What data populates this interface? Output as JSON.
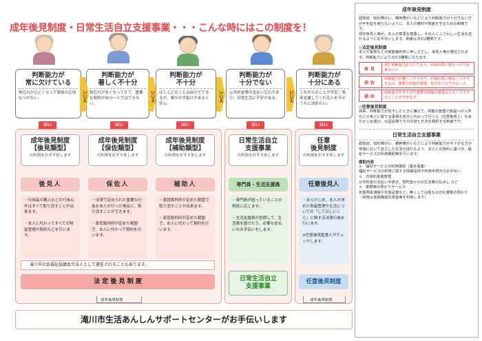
{
  "title": "成年後見制度・日常生活自立支援事業・・・こんな時にはこの制度を！",
  "judgements": [
    {
      "head": "判断能力が\n常に欠けている",
      "desc": "物忘れがひどくなって家族の区別もつかない。"
    },
    {
      "head": "判断能力が\n著しく不十分",
      "desc": "物忘れが多くなってきて、重要な契約が自分一人ではできない。"
    },
    {
      "head": "判断能力が\n不十分",
      "desc": "ほとんどのことは自分でできるが、誰かの手助けがあると安心。"
    },
    {
      "head": "判断能力が\n十分でない",
      "desc": "公共料金等の支払い忘れがあり、日常生活に不安がある。"
    },
    {
      "head": "判断能力が\n十分にある",
      "desc": "これからのことが不安。将来支援してくれる人を今のうちに決めたい。"
    }
  ],
  "iie": "いいえ",
  "hai": "はい",
  "types": [
    {
      "title": "成年後見制度\n【後見類型】",
      "note": "の利用をおすすめします"
    },
    {
      "title": "成年後見制度\n【保佐類型】",
      "note": "の利用をおすすめします"
    },
    {
      "title": "成年後見制度\n【補助類型】",
      "note": "の利用をおすすめします"
    },
    {
      "title": "日常生活自立\n支援事業",
      "note": "の利用をおすすめします"
    },
    {
      "title": "任意\n後見制度",
      "note": "の利用をおすすめします"
    }
  ],
  "roles": [
    "後見人",
    "保佐人",
    "補助人",
    "専門員・生活支援員",
    "任意後見人"
  ],
  "duties": [
    "・日用品の購入などの行為以外はすべて取り消すことが出来ます。\n\n・本人に代わってすべての財産管理や契約などを行います。",
    "・法律で定められた重要な行為を本人が行った場合に、取り消すことができます。\n\n・家庭裁判所が定めた範囲で、本人に代わって契約を行います。",
    "・家庭裁判所が定めた範囲で取り消すことが出来ます。\n\n・家庭裁判所が定めた範囲で、本人に代わって契約を行います。",
    "・専門員が困っていることの相談に応じます。\n\n・生活支援員が訪問して、生活費を届けたり、必要な支払いのお手伝いをします。",
    "・あらかじめ、本人が決めた財産管理や生活についての「してほしいこと」に関する法律行為を行います。\n\n※任意後見監督人がチェックします。"
  ],
  "council_note": "滝川市社会福祉協議会が法人として選任されることもあります。",
  "systems": {
    "seinen": "法 定 後 見 制 度",
    "nichijo": "日常生活自立\n支援事業",
    "nini": "任意後見制度"
  },
  "bracket_labels": [
    "成年後見制度",
    "成年後見制度"
  ],
  "footer": "滝川市生活あんしんサポートセンターがお手伝いします",
  "right": {
    "head1": "成年後見制度",
    "intro": "認知症、知的障がい、精神障がいなどにより判断能力が十分でない方が不利益を被らないように、本人の権利や財産を守るための制度です。\n成年後見人等が、本人の意思を尊重し、その人にふさわしい生活を送れるようにお手伝いします。制度は次の2種類です。",
    "sub1": "◇法定後見制度",
    "sub1_text": "本人や家族などが家庭裁判所に申し立てし、後見人等が選任されます。判断能力により次の3種類になります。",
    "tags": [
      {
        "tag": "後見",
        "desc": "常に判断能力を欠いており、日常の買い物も一人で出来ない人"
      },
      {
        "tag": "保佐",
        "desc": "判断能力が著しく不十分で、日常の買い物は一人でできるが、重要な財産の管理、処分などができない人"
      },
      {
        "tag": "補助",
        "desc": "判断能力が不十分で重要な財産の管理などを一人でするとことが不安な方"
      }
    ],
    "sub2": "◇任意後見制度",
    "sub2_text": "将来、判断能力が低下したときに備えて、財産の管理や施設への入所などの身上に関する事柄を自分に代わって行う人（任意後見人）をあらかじめ選び、公証役場でその内容と方法を契約する制度です。",
    "head2": "日常生活自立支援事業",
    "nichijo_text": "認知症、知的障がい、精神障がいなどにより判断能力が不十分な方が地域において自立した生活が送れるよう、本人との契約に基づき、福祉サービスの利用援助等を行います。",
    "services_head": "援助内容",
    "services": "①　福祉サービスの利用援助（基本事業）\n福祉サービスの利用に関する情報提供や利用手続きのお手伝い\n②　日常的金銭管理\n公共料金の支払い手続き、預貯金からの生活費の払出し など\n③　書類等の預かりサービス\n定期預金通帳や年金証書など、無くしては困る大切な書類の預かり（保管は金融機関の貸金庫を利用します）"
  },
  "colors": {
    "accent": "#e8484b",
    "yellow": "#f3c234",
    "pink": "#f6c6c2",
    "green": "#4caf50",
    "blue": "#3a87c8"
  }
}
